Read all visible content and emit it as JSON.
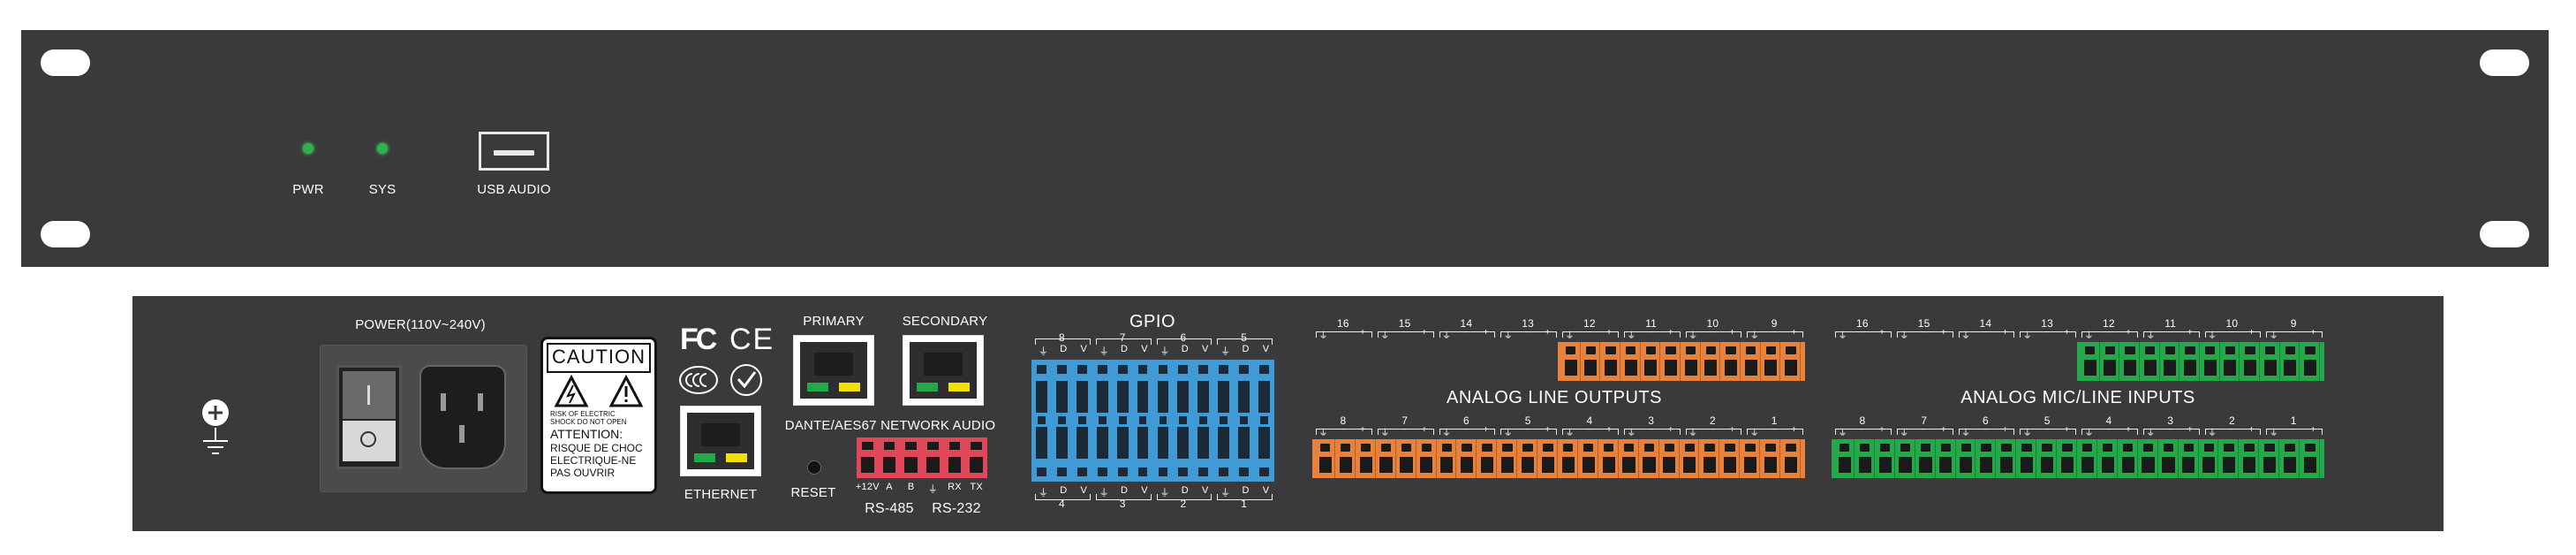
{
  "front": {
    "leds": [
      {
        "label": "PWR"
      },
      {
        "label": "SYS"
      }
    ],
    "usb_label": "USB AUDIO"
  },
  "rear": {
    "power_label": "POWER(110V~240V)",
    "caution": {
      "title": "CAUTION",
      "risk_line1": "RISK OF ELECTRIC",
      "risk_line2": "SHOCK DO NOT OPEN",
      "attention": "ATTENTION:",
      "fr_line1": "RISQUE DE CHOC",
      "fr_line2": "ELECTRIQUE-NE",
      "fr_line3": "PAS OUVRIR"
    },
    "cert": {
      "fc": "FC",
      "ce": "CE"
    },
    "ethernet_label": "ETHERNET",
    "primary_label": "PRIMARY",
    "secondary_label": "SECONDARY",
    "dante_label": "DANTE/AES67 NETWORK AUDIO",
    "reset_label": "RESET",
    "serial": {
      "pins": [
        "+12V",
        "A",
        "B",
        "⏚",
        "RX",
        "TX"
      ],
      "rs485": "RS-485",
      "rs232": "RS-232"
    },
    "gpio": {
      "title": "GPIO",
      "top_numbers": [
        "8",
        "7",
        "6",
        "5"
      ],
      "bottom_numbers": [
        "4",
        "3",
        "2",
        "1"
      ],
      "pin_pattern": [
        "⏚",
        "D",
        "V"
      ]
    },
    "analog_out": {
      "title": "ANALOG LINE OUTPUTS",
      "top_numbers": [
        "16",
        "15",
        "14",
        "13",
        "12",
        "11",
        "10",
        "9"
      ],
      "bottom_numbers": [
        "8",
        "7",
        "6",
        "5",
        "4",
        "3",
        "2",
        "1"
      ]
    },
    "analog_in": {
      "title": "ANALOG MIC/LINE INPUTS",
      "top_numbers": [
        "16",
        "15",
        "14",
        "13",
        "12",
        "11",
        "10",
        "9"
      ],
      "bottom_numbers": [
        "8",
        "7",
        "6",
        "5",
        "4",
        "3",
        "2",
        "1"
      ]
    },
    "pin_symbols": [
      "⏚",
      "−",
      "+"
    ]
  },
  "colors": {
    "panel": "#3a3a3c",
    "led": "#2fb14e",
    "gpio": "#3f9ad6",
    "orange": "#e8823a",
    "green": "#23a84a",
    "red": "#e0485a"
  }
}
